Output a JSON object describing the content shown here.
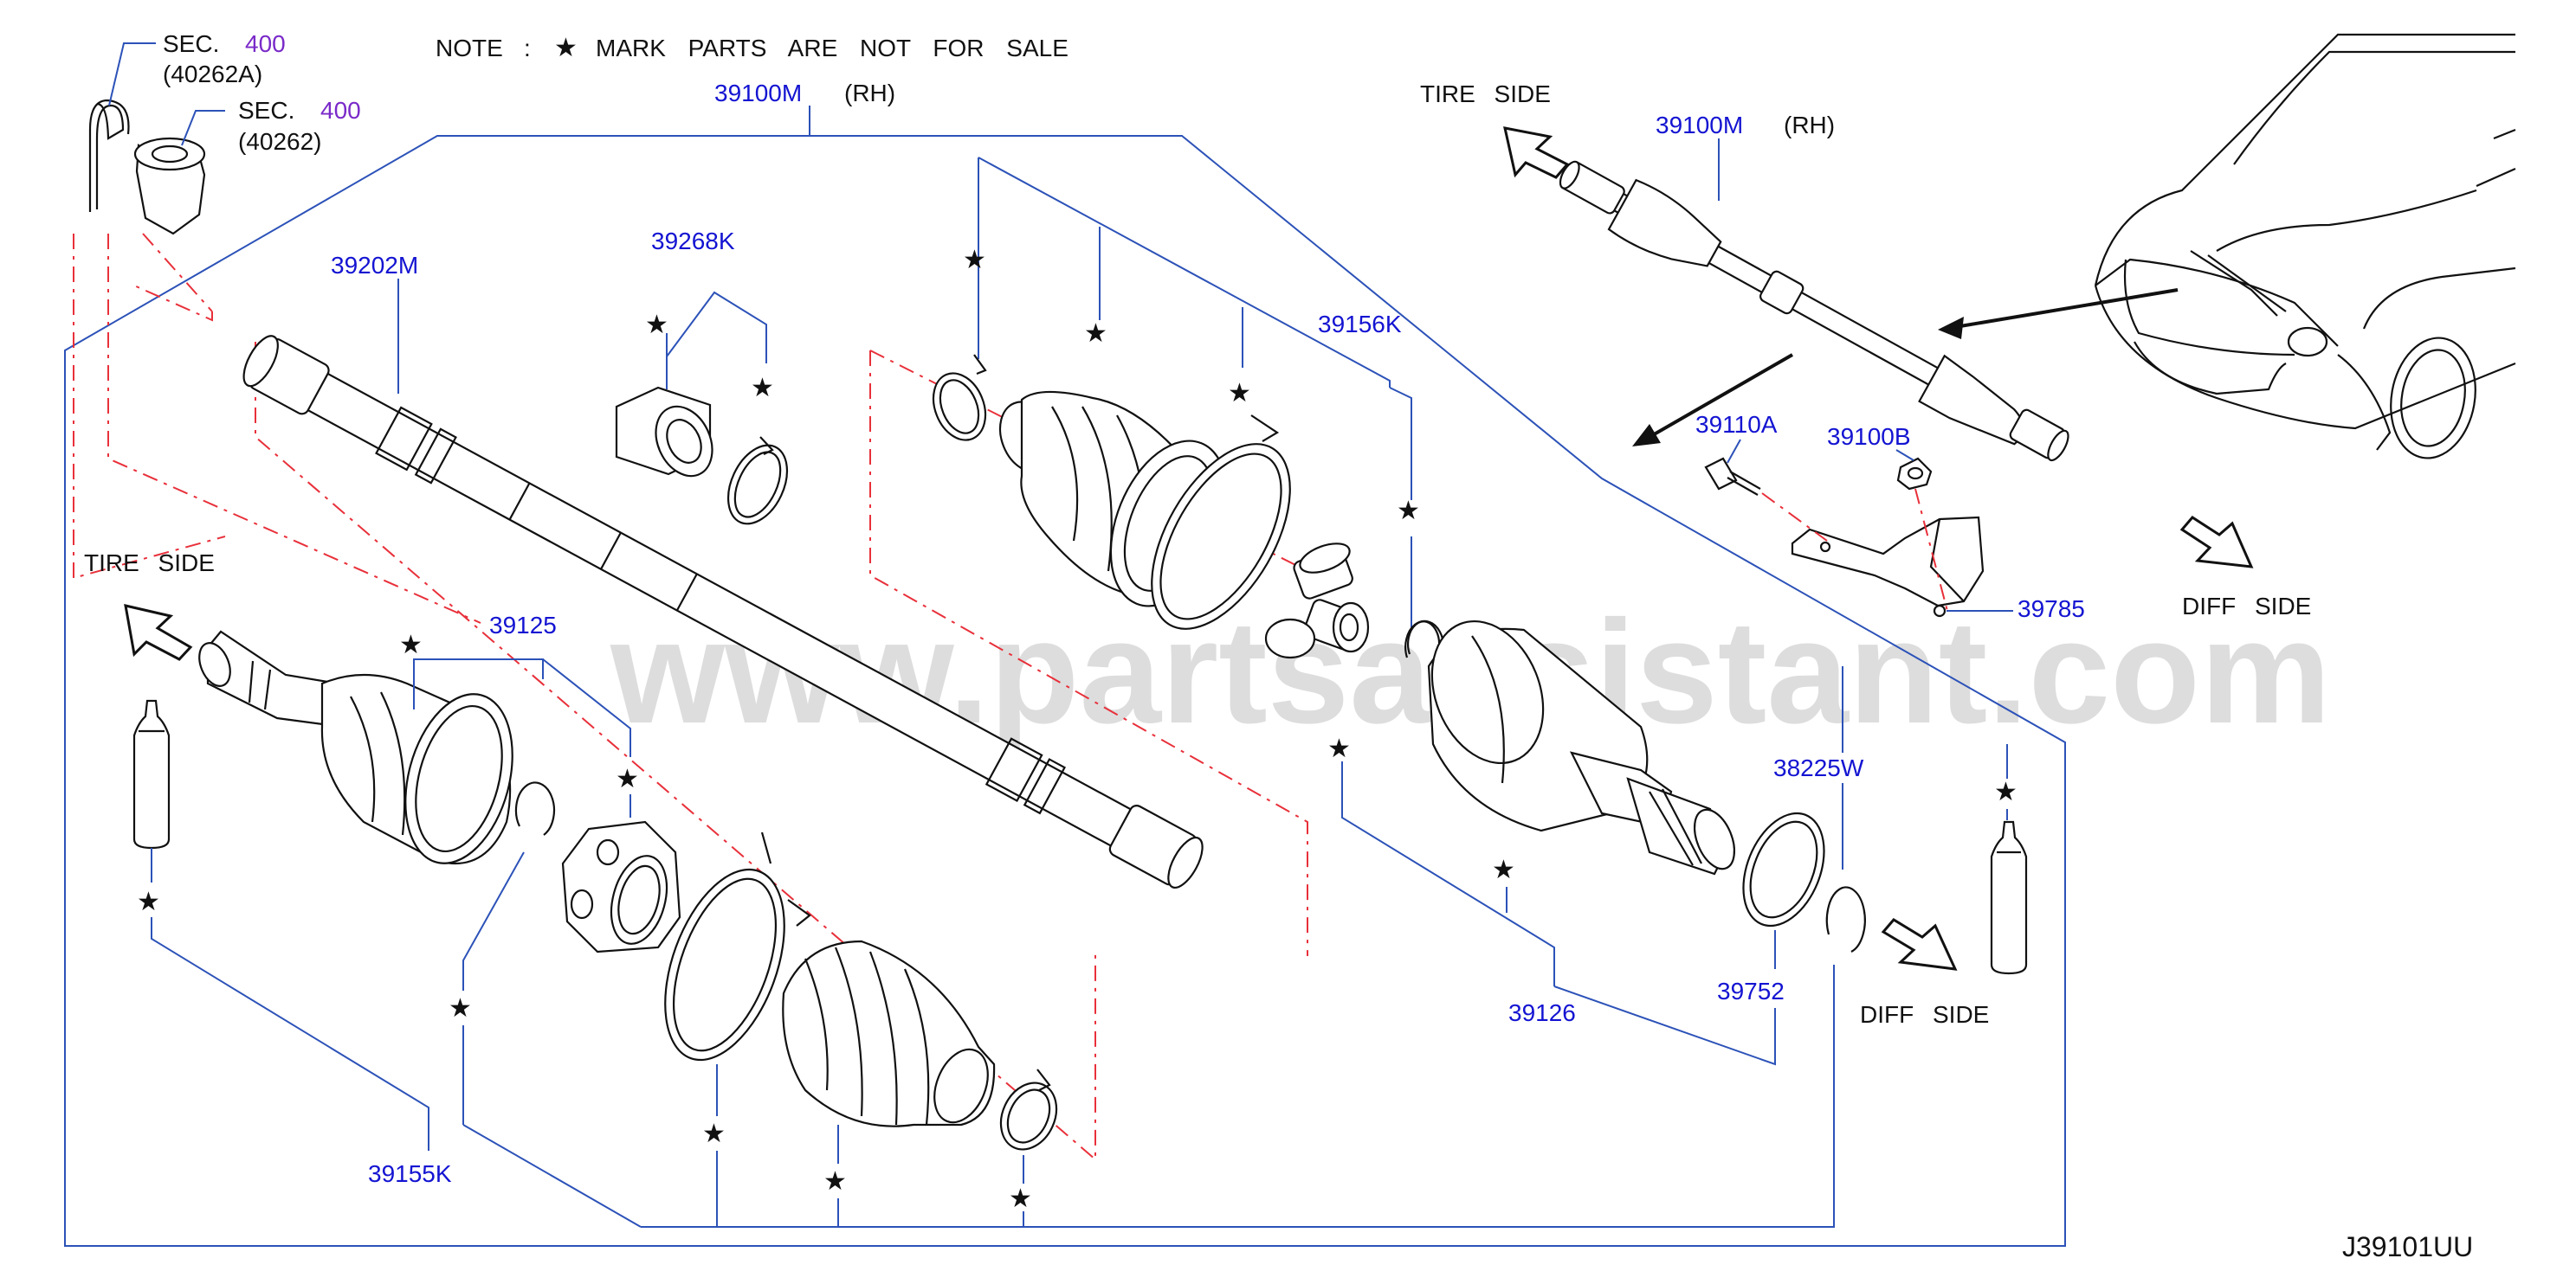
{
  "note": {
    "label": "NOTE",
    "separator": ":",
    "star": "★",
    "text": "MARK PARTS ARE NOT FOR SALE"
  },
  "star_glyph": "★",
  "sec_refs": [
    {
      "prefix": "SEC.",
      "number": "400",
      "sub": "(40262A)"
    },
    {
      "prefix": "SEC.",
      "number": "400",
      "sub": "(40262)"
    }
  ],
  "labels": {
    "p39100M_main": "39100M",
    "rh_main": "(RH)",
    "p39100M_inset": "39100M",
    "rh_inset": "(RH)",
    "p39202M": "39202M",
    "p39268K": "39268K",
    "p39156K": "39156K",
    "p39125": "39125",
    "p39155K": "39155K",
    "p39126": "39126",
    "p39752": "39752",
    "p38225W": "38225W",
    "p39110A": "39110A",
    "p39100B": "39100B",
    "p39785": "39785"
  },
  "sides": {
    "tire_side_left": "TIRE SIDE",
    "tire_side_inset": "TIRE SIDE",
    "diff_side_inset": "DIFF SIDE",
    "diff_side_main": "DIFF SIDE"
  },
  "watermark": "www.partsassistant.com",
  "diagram_code": "J39101UU",
  "colors": {
    "part_number": "#1414d2",
    "section_number": "#7a2ac9",
    "leader_line": "#2c52b8",
    "dashed_line": "#e8303a",
    "outline": "#111111"
  }
}
